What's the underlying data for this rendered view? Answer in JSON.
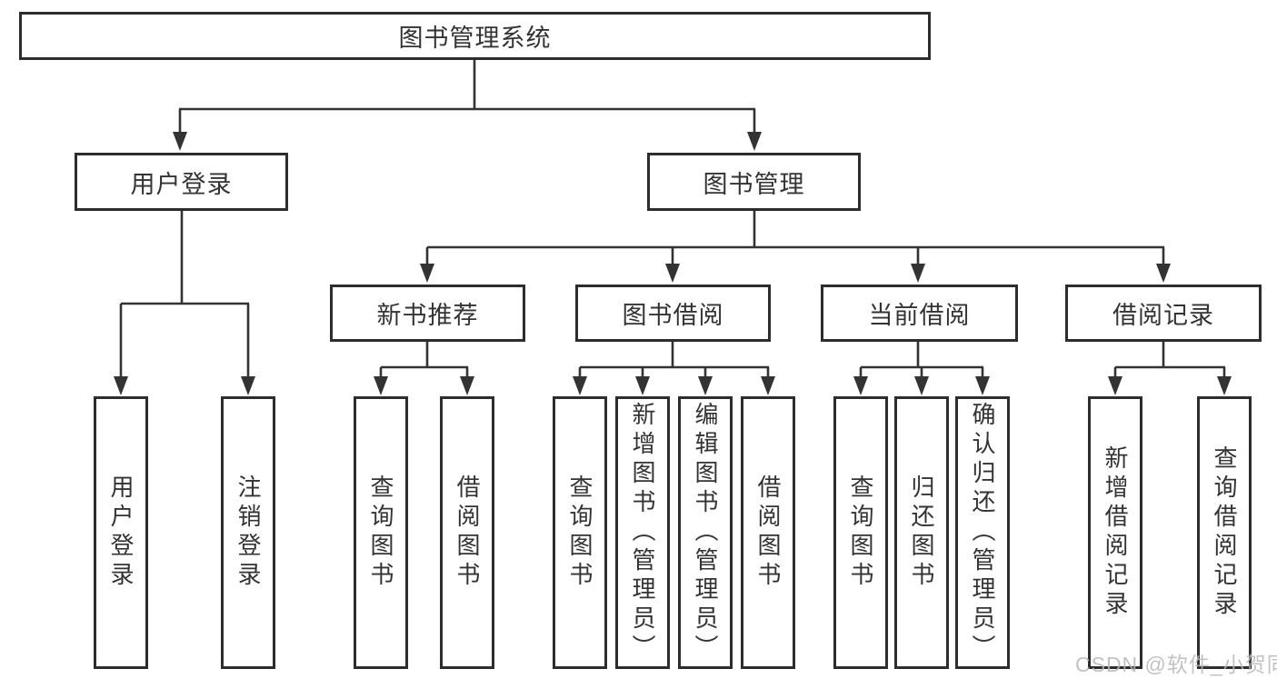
{
  "diagram": {
    "root": "图书管理系统",
    "level2": [
      "用户登录",
      "图书管理"
    ],
    "level3": [
      "新书推荐",
      "图书借阅",
      "当前借阅",
      "借阅记录"
    ],
    "leaf_groups": [
      {
        "items": [
          "用户登录",
          "注销登录"
        ]
      },
      {
        "items": [
          "查询图书",
          "借阅图书"
        ]
      },
      {
        "items": [
          "查询图书",
          "新增图书（管理员）",
          "编辑图书（管理员）",
          "借阅图书"
        ]
      },
      {
        "items": [
          "查询图书",
          "归还图书",
          "确认归还（管理员）"
        ]
      },
      {
        "items": [
          "新增借阅记录",
          "查询借阅记录"
        ]
      }
    ]
  },
  "watermark": "CSDN @软件_小贺同学",
  "colors": {
    "line": "#333333",
    "text": "#333333",
    "box_border": "#2d2d2d",
    "watermark": "#b8b8b8",
    "background": "#ffffff"
  }
}
